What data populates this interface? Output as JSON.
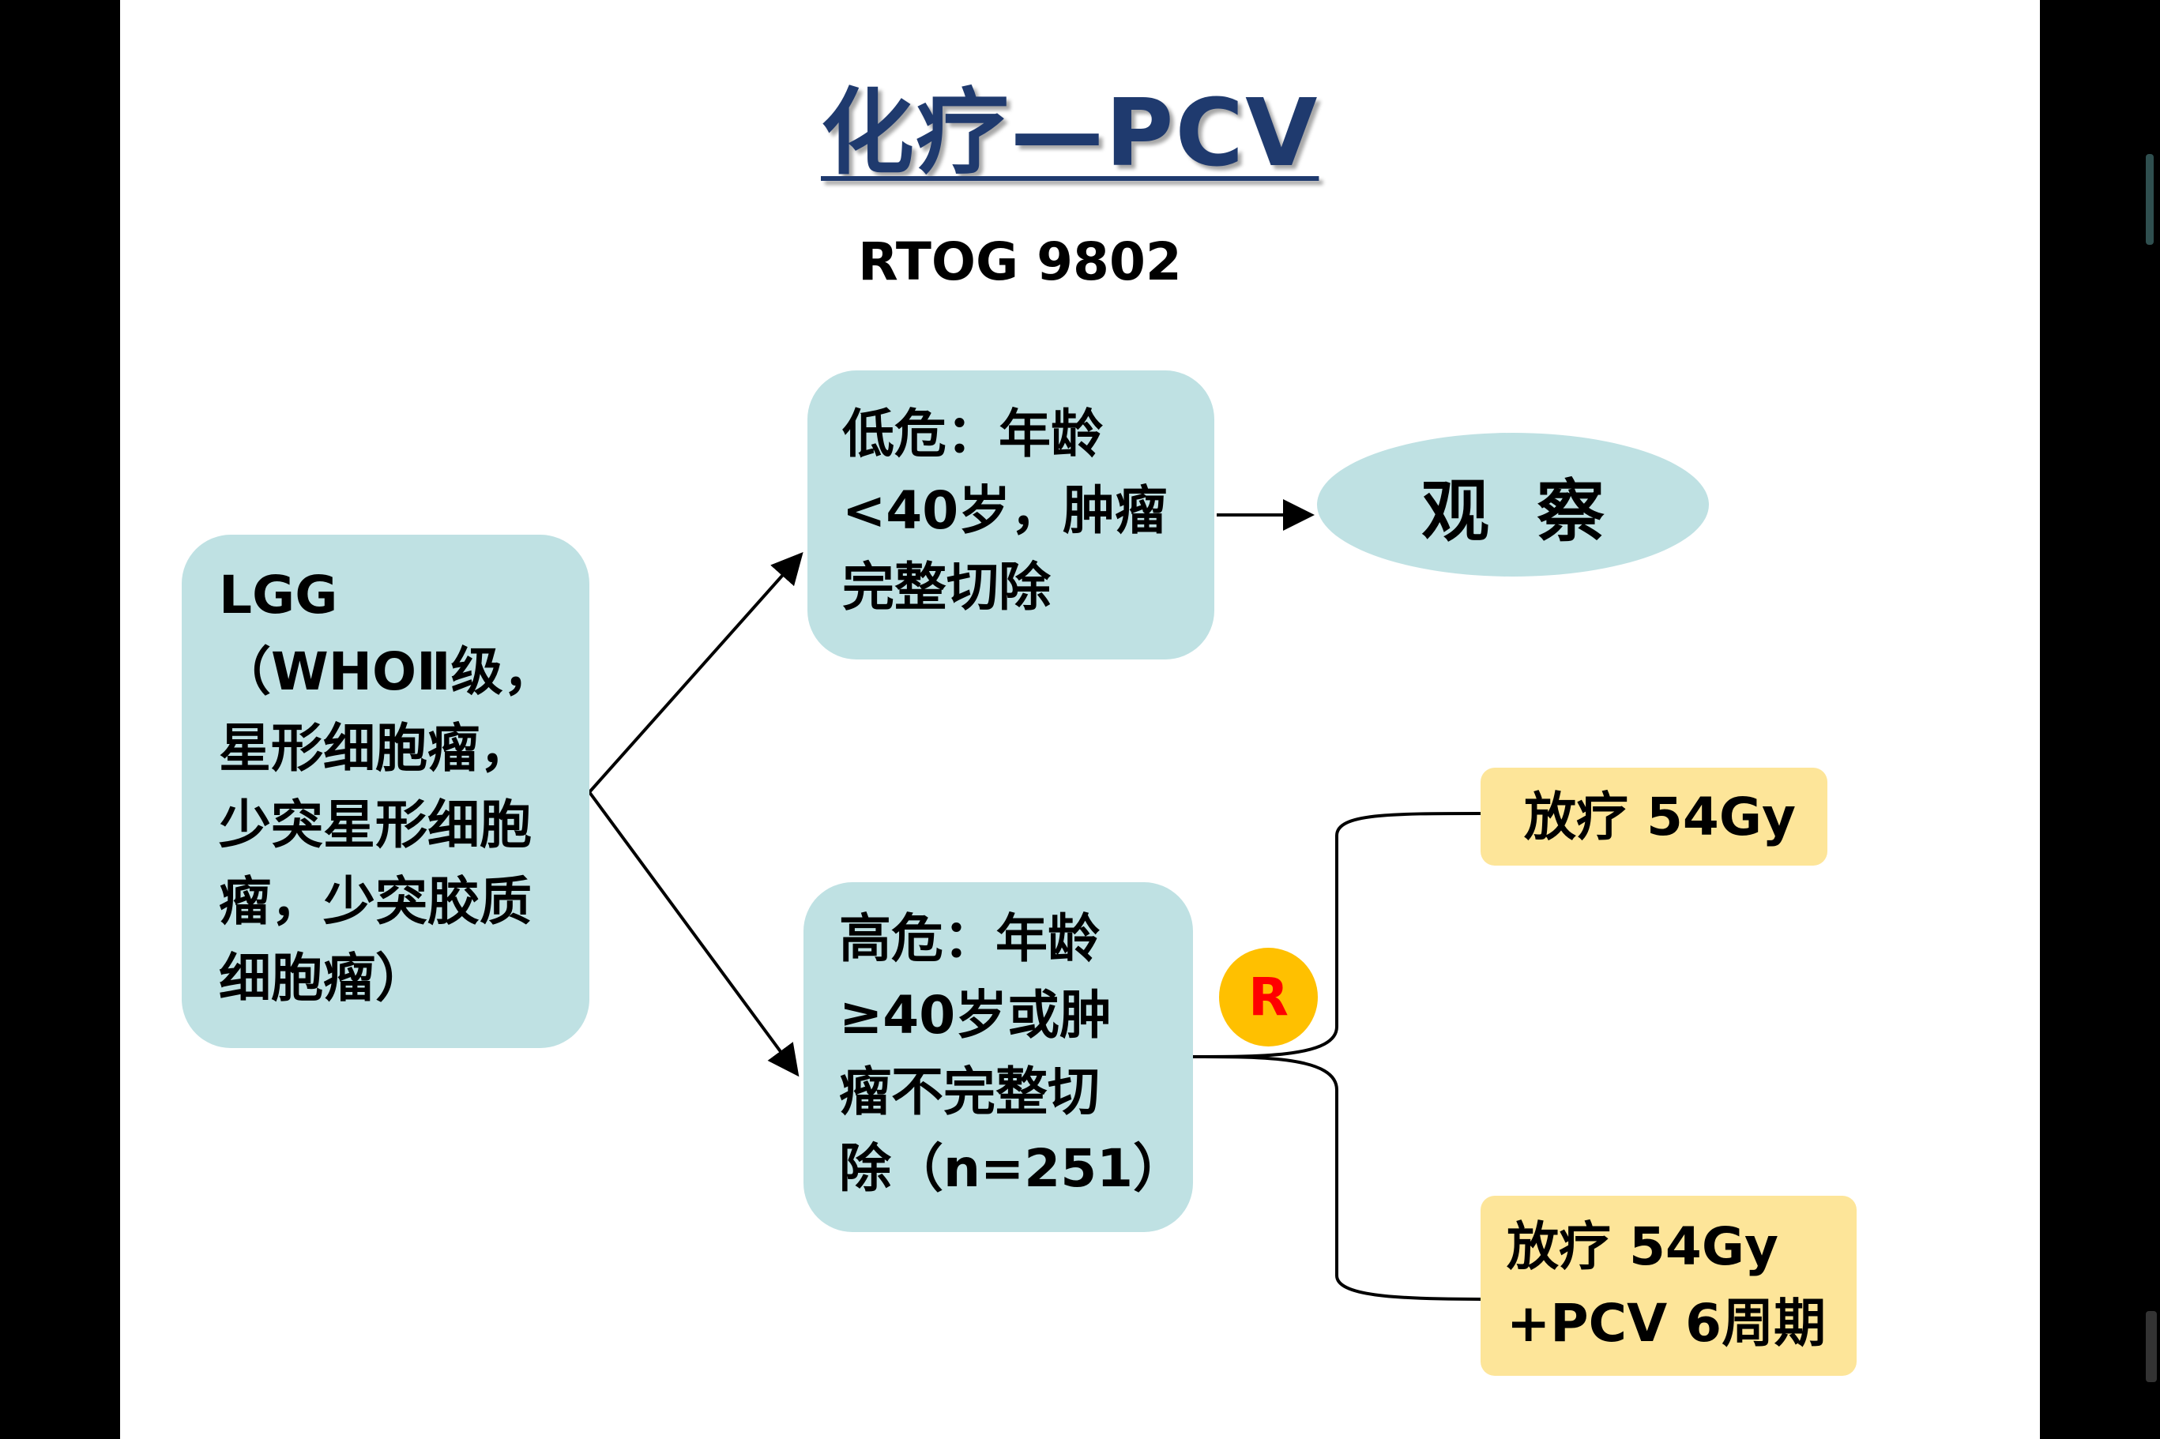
{
  "slide": {
    "title": "化疗—PCV",
    "subtitle": "RTOG 9802"
  },
  "nodes": {
    "lgg": "LGG\n（WHOⅡ级，\n星形细胞瘤，\n少突星形细胞\n瘤，少突胶质\n细胞瘤）",
    "low_risk": "低危：年龄\n<40岁，肿瘤\n完整切除",
    "high_risk": "高危：年龄\n≥40岁或肿\n瘤不完整切\n除（n=251）",
    "observe": "观  察",
    "randomize": "R",
    "arm_rt": "放疗 54Gy",
    "arm_rt_pcv": "放疗 54Gy\n+PCV 6周期"
  },
  "colors": {
    "title": "#1f3a6e",
    "box_fill": "#bfe1e3",
    "arm_fill": "#fde599",
    "r_badge": "#ffc000",
    "r_text": "#ff0000"
  }
}
